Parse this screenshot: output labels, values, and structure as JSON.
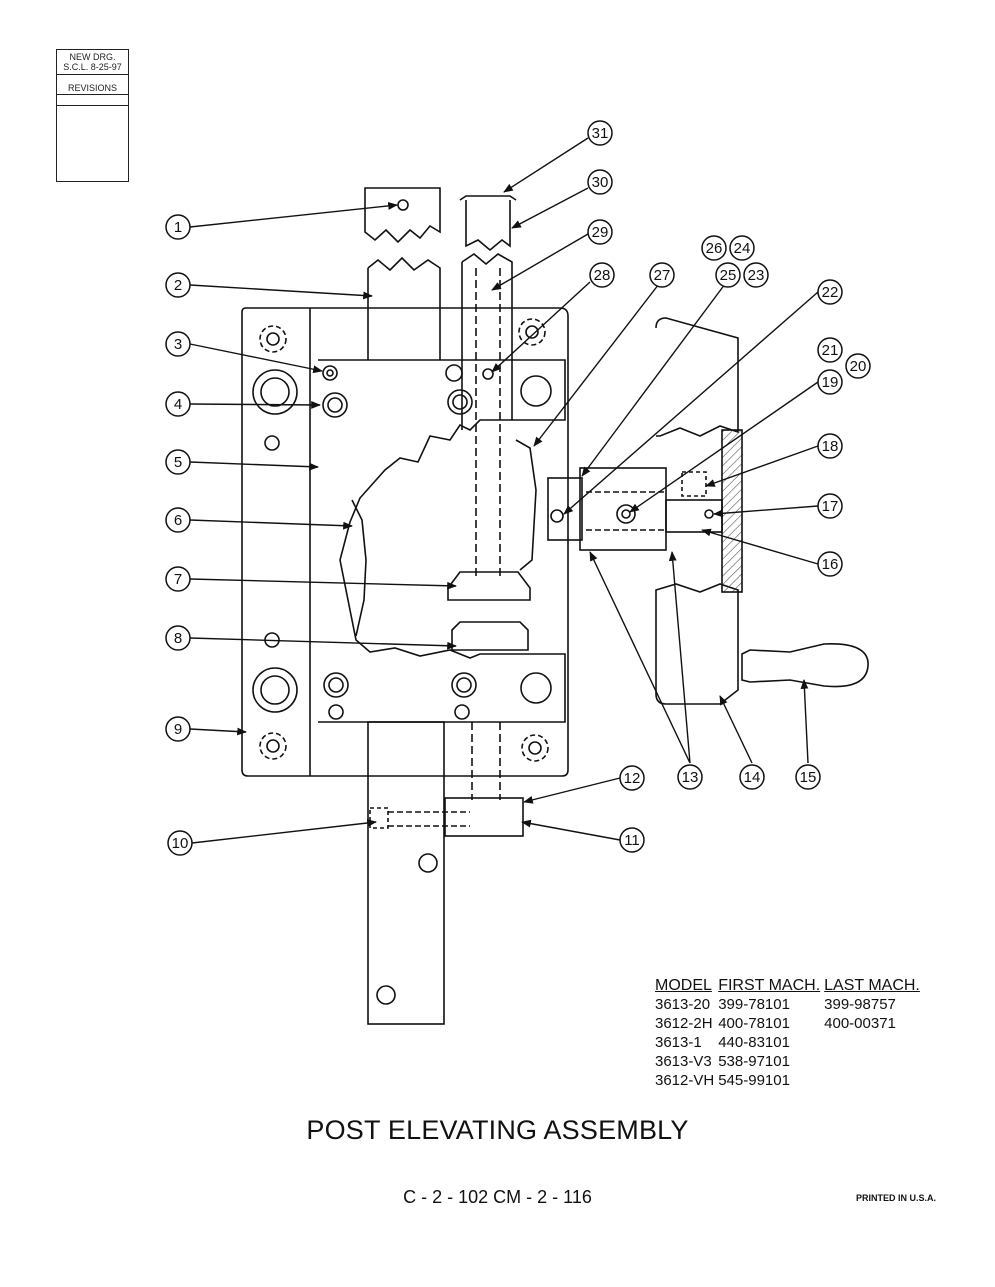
{
  "revisions": {
    "line1": "NEW DRG.",
    "line2": "S.C.L.  8-25-97",
    "label": "REVISIONS"
  },
  "callouts": [
    "1",
    "2",
    "3",
    "4",
    "5",
    "6",
    "7",
    "8",
    "9",
    "10",
    "11",
    "12",
    "13",
    "14",
    "15",
    "16",
    "17",
    "18",
    "19",
    "20",
    "21",
    "22",
    "23",
    "24",
    "25",
    "26",
    "27",
    "28",
    "29",
    "30",
    "31"
  ],
  "model_table": {
    "headers": [
      "MODEL",
      "FIRST MACH.",
      "LAST MACH."
    ],
    "rows": [
      [
        "3613-20",
        "399-78101",
        "399-98757"
      ],
      [
        "3612-2H",
        "400-78101",
        "400-00371"
      ],
      [
        "3613-1",
        "440-83101",
        ""
      ],
      [
        "3613-V3",
        "538-97101",
        ""
      ],
      [
        "3612-VH",
        "545-99101",
        ""
      ]
    ]
  },
  "title": "POST ELEVATING ASSEMBLY",
  "drawing_numbers": "C - 2 - 102    CM - 2 - 116",
  "printed": "PRINTED IN U.S.A.",
  "colors": {
    "line": "#111111",
    "hatch": "#555555"
  }
}
